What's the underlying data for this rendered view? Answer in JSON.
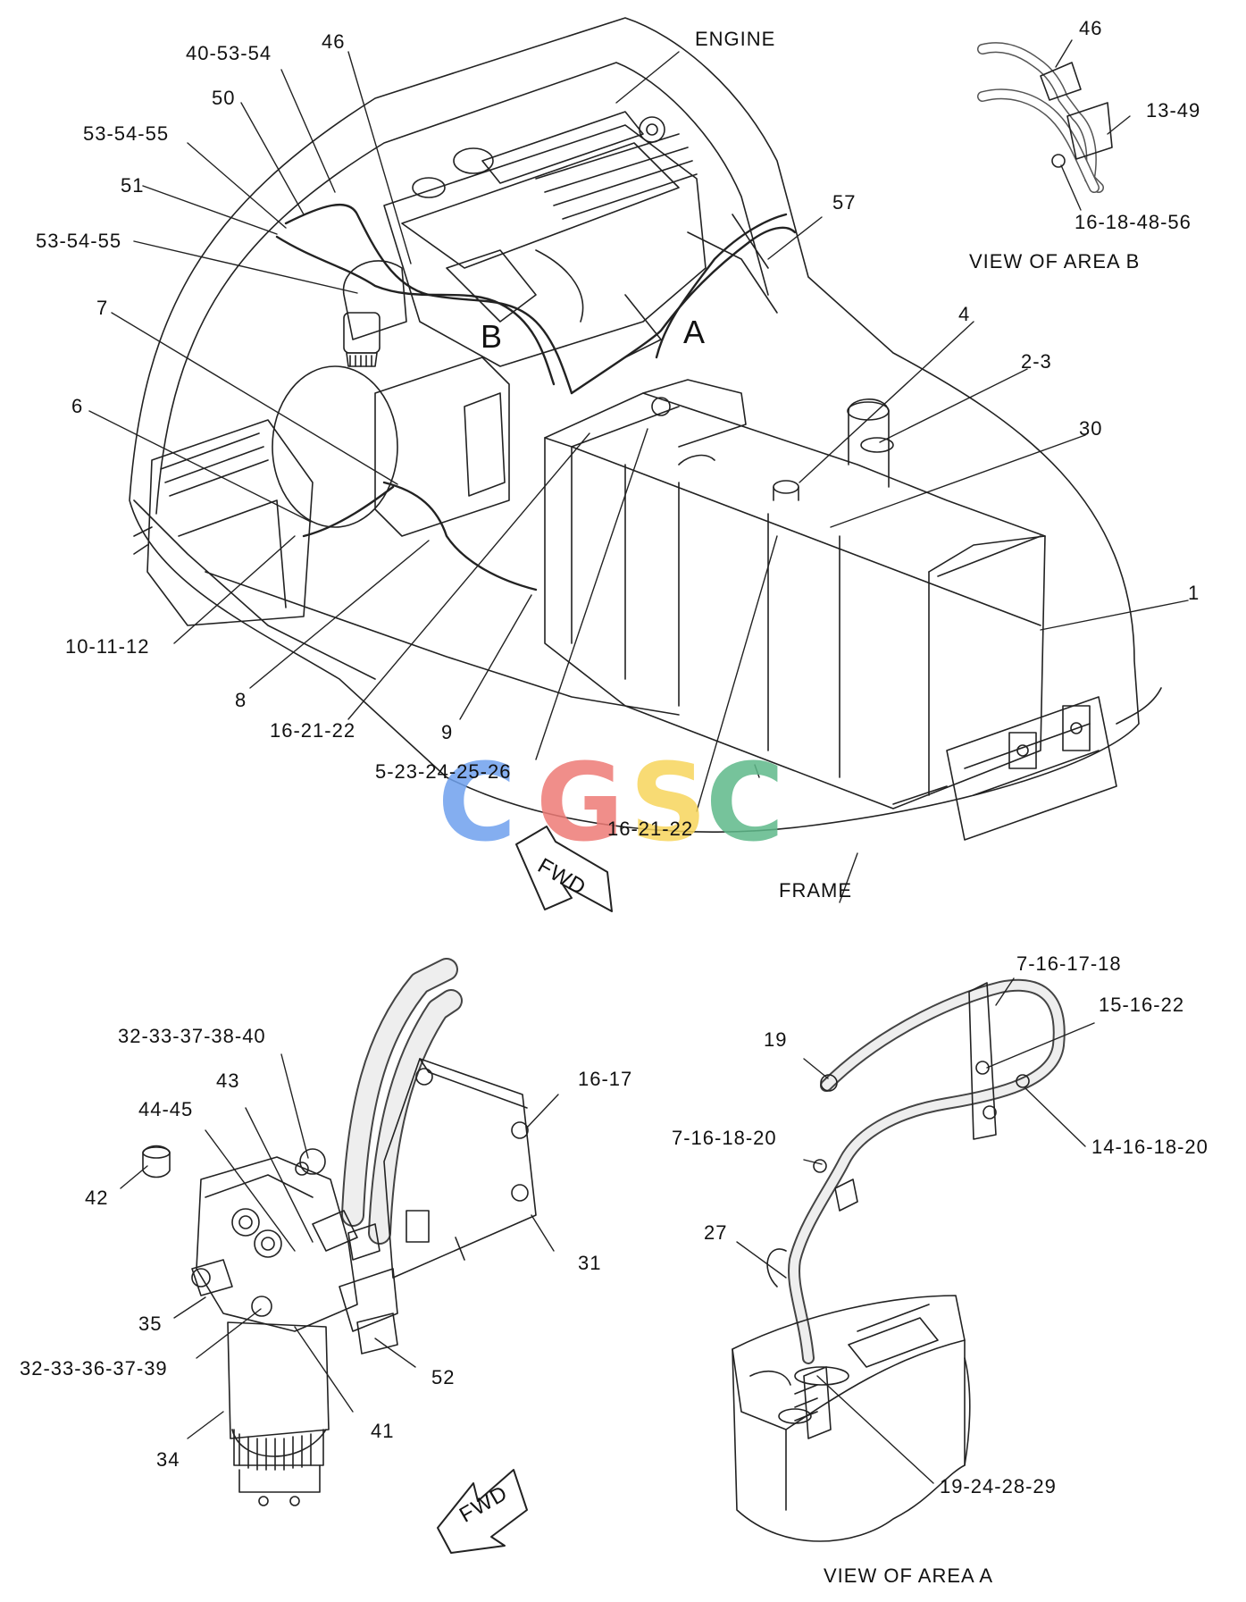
{
  "watermark": {
    "letters": [
      "C",
      "G",
      "S",
      "C"
    ],
    "colors": [
      "#6fa1ee",
      "#ee7b76",
      "#f7d55c",
      "#5fb98a"
    ]
  },
  "area_letters": {
    "a": "A",
    "b": "B"
  },
  "callouts": {
    "c_40_53_54": "40-53-54",
    "c_46_top": "46",
    "c_50": "50",
    "c_53_54_55_a": "53-54-55",
    "c_51": "51",
    "c_53_54_55_b": "53-54-55",
    "c_7": "7",
    "c_6": "6",
    "c_10_11_12": "10-11-12",
    "c_8": "8",
    "c_16_21_22_a": "16-21-22",
    "c_9": "9",
    "c_5_23_24_25_26": "5-23-24-25-26",
    "c_16_21_22_b": "16-21-22",
    "c_57": "57",
    "c_4": "4",
    "c_2_3": "2-3",
    "c_30": "30",
    "c_1": "1",
    "c_46_b": "46",
    "c_13_49": "13-49",
    "c_16_18_48_56": "16-18-48-56",
    "c_32_33_37_38_40": "32-33-37-38-40",
    "c_16_17": "16-17",
    "c_43": "43",
    "c_44_45": "44-45",
    "c_42": "42",
    "c_31": "31",
    "c_35": "35",
    "c_32_33_36_37_39": "32-33-36-37-39",
    "c_52": "52",
    "c_41": "41",
    "c_34": "34",
    "c_7_16_17_18": "7-16-17-18",
    "c_15_16_22": "15-16-22",
    "c_19": "19",
    "c_7_16_18_20": "7-16-18-20",
    "c_14_16_18_20": "14-16-18-20",
    "c_27": "27",
    "c_19_24_28_29": "19-24-28-29"
  },
  "names": {
    "engine": "ENGINE",
    "frame": "FRAME",
    "view_area_b": "VIEW OF AREA B",
    "view_area_a": "VIEW OF AREA A",
    "fwd_1": "FWD",
    "fwd_2": "FWD"
  }
}
